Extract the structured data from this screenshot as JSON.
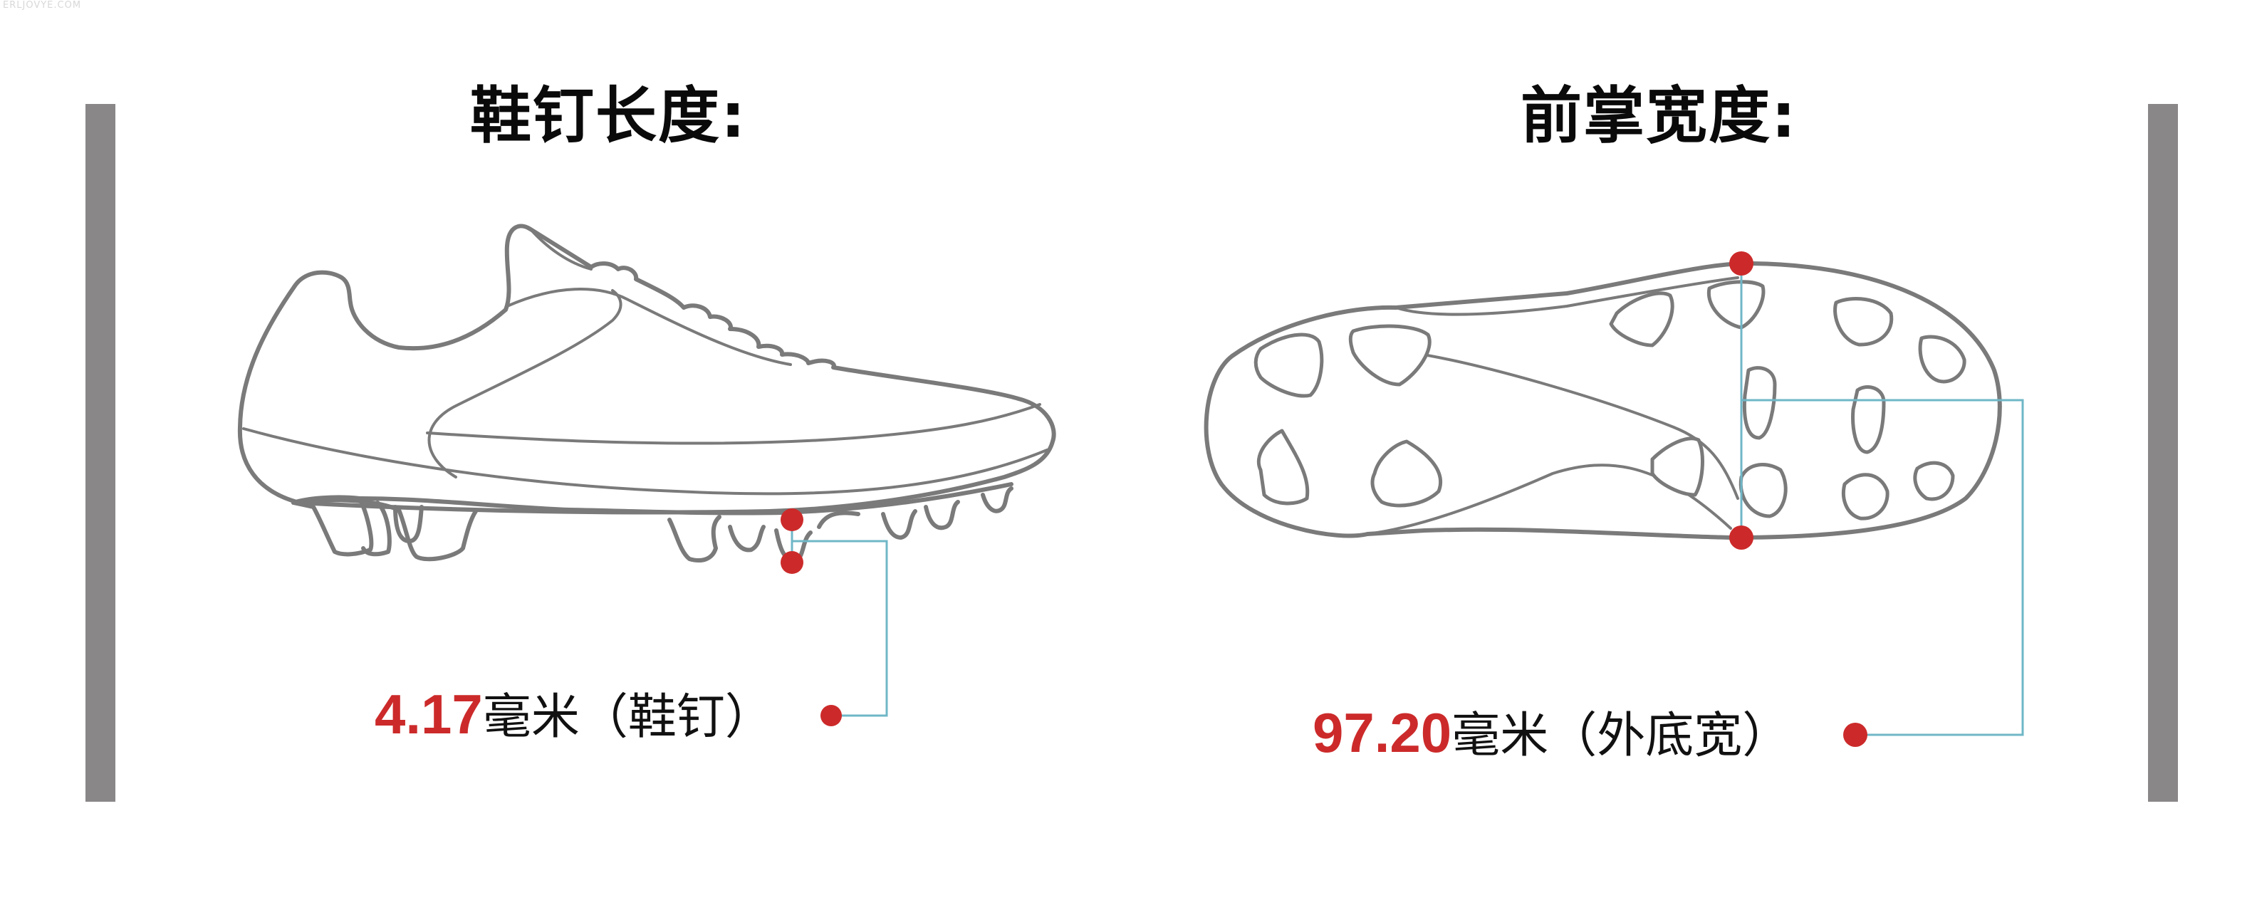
{
  "watermark": "ERLJOVYE.COM",
  "colors": {
    "accent": "#cc2a2a",
    "leader": "#6fb7c7",
    "outline": "#7a7a7a",
    "bar": "#8a8788",
    "heading": "#0a0a0a"
  },
  "left_panel": {
    "title": "鞋钉长度:",
    "value": "4.17",
    "unit_text": "毫米（鞋钉）",
    "icon": "football-boot-side-icon"
  },
  "right_panel": {
    "title": "前掌宽度:",
    "value": "97.20",
    "unit_text": "毫米（外底宽）",
    "icon": "football-boot-sole-icon"
  }
}
